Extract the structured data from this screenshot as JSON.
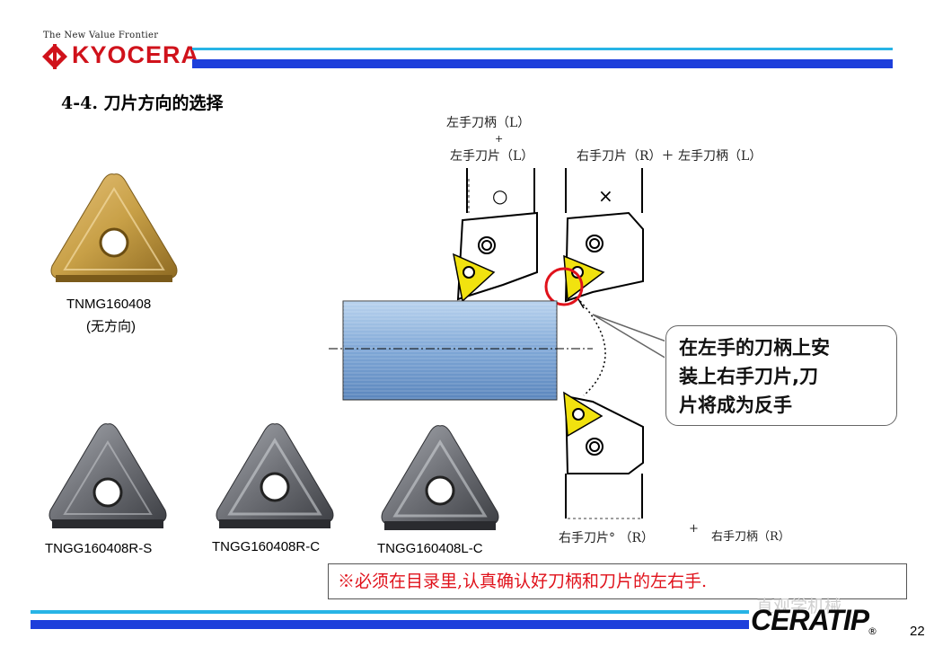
{
  "header": {
    "tagline": "The New Value Frontier",
    "logo_text": "KYOCERA"
  },
  "section_title": "4-4.  刀片方向的选择",
  "inserts": {
    "gold": {
      "model": "TNMG160408",
      "note": "(无方向)"
    },
    "grey1": {
      "model": "TNGG160408R-S"
    },
    "grey2": {
      "model": "TNGG160408R-C"
    },
    "grey3": {
      "model": "TNGG160408L-C"
    }
  },
  "diagram": {
    "top_label_1": "左手刀柄（L）",
    "top_label_2": "左手刀片（L）",
    "top_label_3": "右手刀片（R）＋ 左手刀柄（L）",
    "plus_sign": "+",
    "circle_mark": "○",
    "cross_mark": "×",
    "bottom_label_1": "右手刀片°   （R）",
    "bottom_plus": "+",
    "bottom_label_2": "右手刀柄（R）"
  },
  "callout": {
    "line1": "在左手的刀柄上安",
    "line2": "装上右手刀片,刀",
    "line3": "片将成为反手"
  },
  "note": "※必须在目录里,认真确认好刀柄和刀片的左右手.",
  "watermark": "直观学机械",
  "footer": {
    "brand": "CERATIP",
    "registered": "®",
    "page_number": "22"
  },
  "colors": {
    "brand_red": "#d0121b",
    "line_cyan": "#27b4e6",
    "line_blue": "#1d3fdb",
    "note_red": "#e0121b",
    "insert_gold": "#c8a047",
    "insert_grey": "#6f7177",
    "workpiece_blue": "#8fb7e0",
    "highlight_yellow": "#f1e20f"
  }
}
